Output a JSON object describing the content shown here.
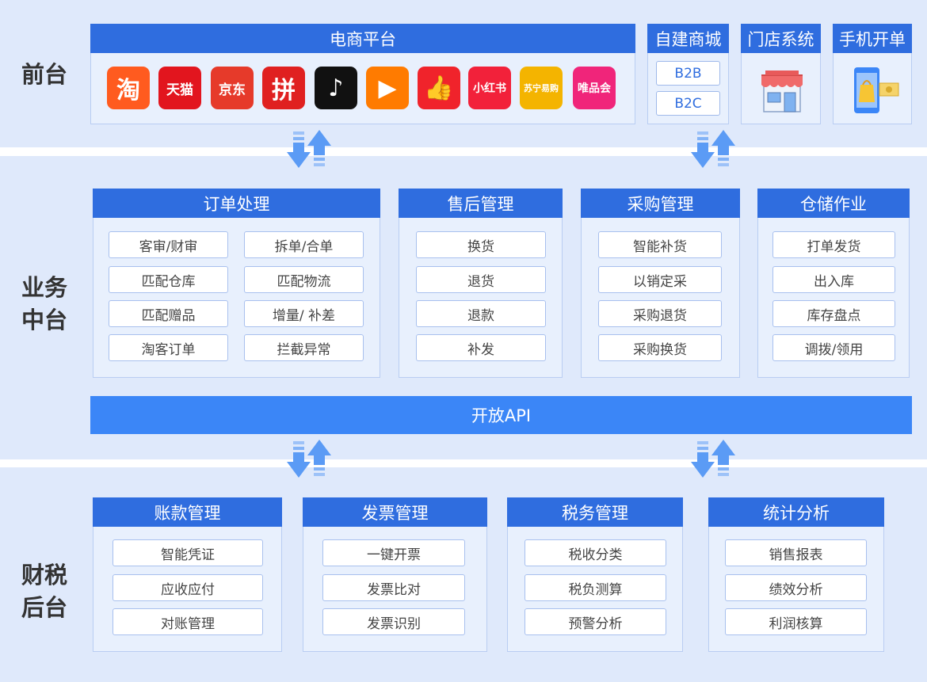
{
  "tiers": {
    "front": [
      "前台"
    ],
    "middle": [
      "业务",
      "中台"
    ],
    "back": [
      "财税",
      "后台"
    ]
  },
  "front": {
    "ecommerce": {
      "title": "电商平台",
      "platforms": [
        {
          "icon": "taobao-icon",
          "glyph": "淘",
          "color": "#ff5b1f"
        },
        {
          "icon": "tmall-icon",
          "glyph": "天猫",
          "color": "#e2151e"
        },
        {
          "icon": "jd-icon",
          "glyph": "京东",
          "color": "#e63a2a"
        },
        {
          "icon": "pinduoduo-icon",
          "glyph": "拼",
          "color": "#e02020"
        },
        {
          "icon": "douyin-icon",
          "glyph": "♪",
          "color": "#111111"
        },
        {
          "icon": "kuaishou-icon",
          "glyph": "▶",
          "color": "#ff7b00"
        },
        {
          "icon": "thumbs-up-icon",
          "glyph": "👍",
          "color": "#f0232b"
        },
        {
          "icon": "xiaohongshu-icon",
          "glyph": "小红书",
          "color": "#f2213a"
        },
        {
          "icon": "suning-icon",
          "glyph": "苏宁易购",
          "color": "#f4b400"
        },
        {
          "icon": "vipshop-icon",
          "glyph": "唯品会",
          "color": "#f0257a"
        }
      ]
    },
    "self_mall": {
      "title": "自建商城",
      "items": [
        "B2B",
        "B2C"
      ]
    },
    "store": {
      "title": "门店系统",
      "icon": "storefront-icon"
    },
    "mobile": {
      "title": "手机开单",
      "icon": "mobile-shopping-icon"
    }
  },
  "middle": {
    "groups": [
      {
        "title": "订单处理",
        "items": [
          "客审/财审",
          "拆单/合单",
          "匹配仓库",
          "匹配物流",
          "匹配赠品",
          "增量/ 补差",
          "淘客订单",
          "拦截异常"
        ]
      },
      {
        "title": "售后管理",
        "items": [
          "换货",
          "退货",
          "退款",
          "补发"
        ]
      },
      {
        "title": "采购管理",
        "items": [
          "智能补货",
          "以销定采",
          "采购退货",
          "采购换货"
        ]
      },
      {
        "title": "仓储作业",
        "items": [
          "打单发货",
          "出入库",
          "库存盘点",
          "调拨/领用"
        ]
      }
    ],
    "api": "开放API"
  },
  "back": {
    "groups": [
      {
        "title": "账款管理",
        "items": [
          "智能凭证",
          "应收应付",
          "对账管理"
        ]
      },
      {
        "title": "发票管理",
        "items": [
          "一键开票",
          "发票比对",
          "发票识别"
        ]
      },
      {
        "title": "税务管理",
        "items": [
          "税收分类",
          "税负测算",
          "预警分析"
        ]
      },
      {
        "title": "统计分析",
        "items": [
          "销售报表",
          "绩效分析",
          "利润核算"
        ]
      }
    ]
  },
  "colors": {
    "band": "#dfe9fb",
    "header": "#2f6ddf",
    "api": "#3b86f7",
    "arrow": "#5b9bf5"
  }
}
